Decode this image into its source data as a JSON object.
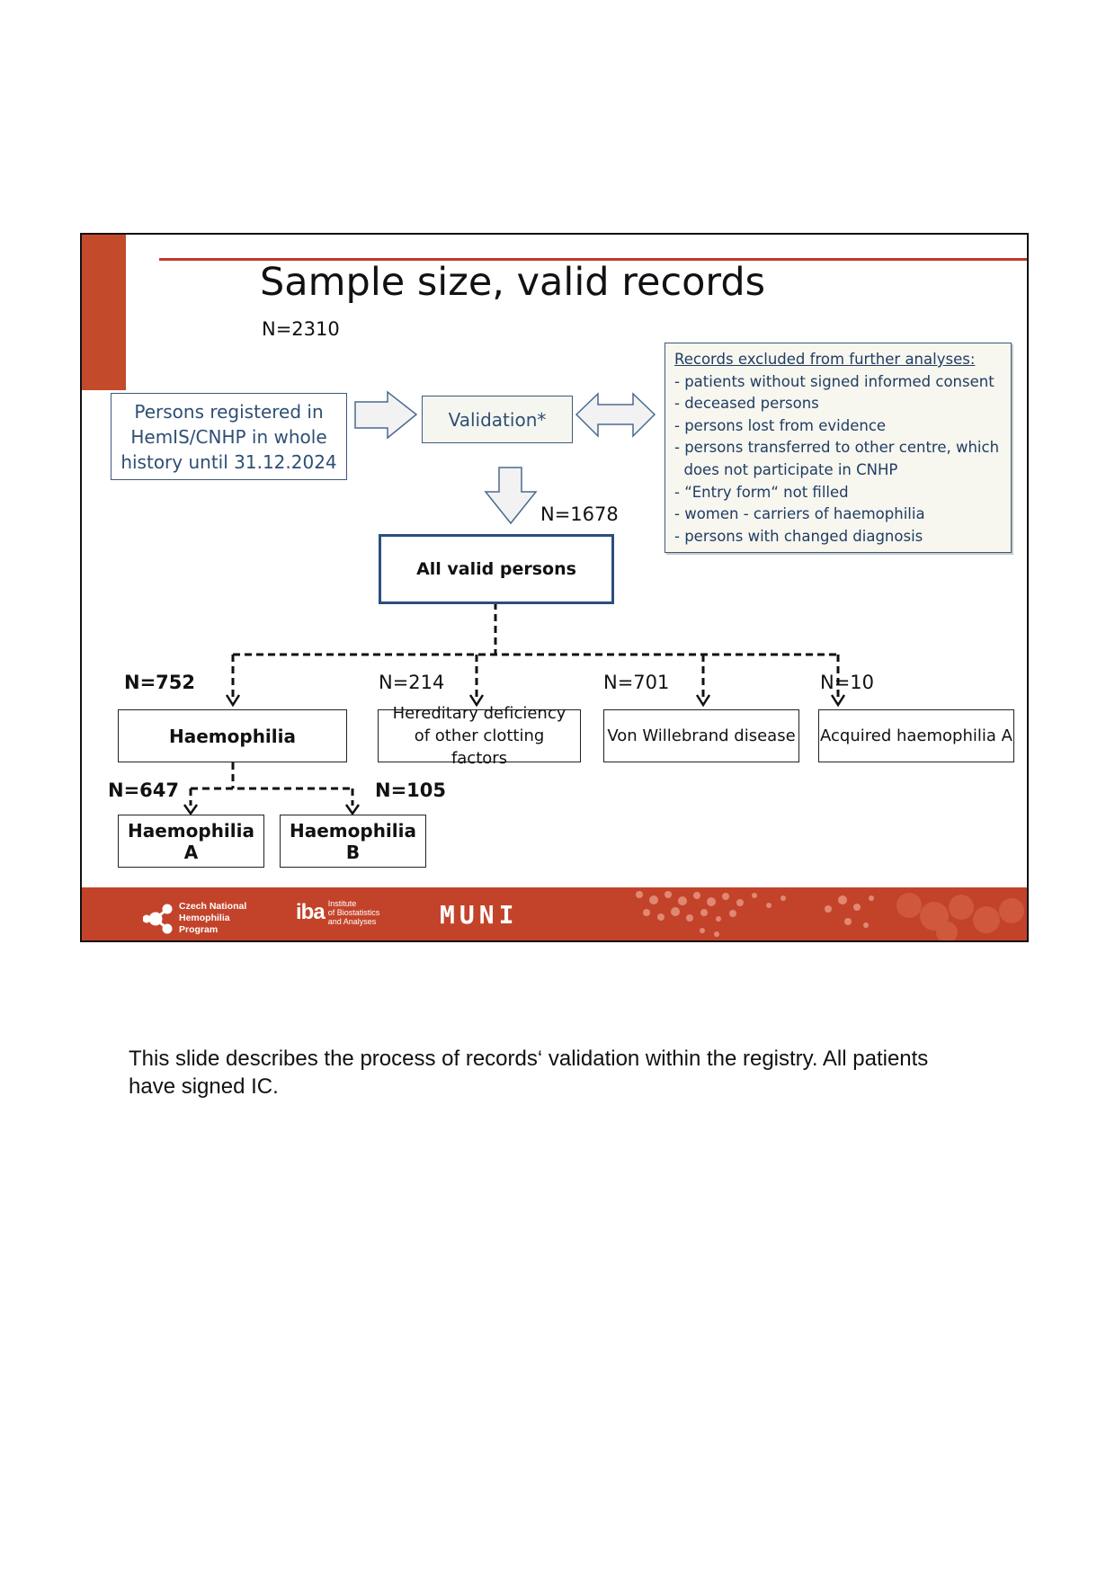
{
  "slide": {
    "title": "Sample size, valid records",
    "n_total": "N=2310",
    "registered_box": [
      "Persons registered in",
      "HemIS/CNHP in whole",
      "history until 31.12.2024"
    ],
    "validation_box": "Validation*",
    "n_valid": "N=1678",
    "all_valid_box": "All valid persons",
    "excluded": {
      "title": "Records excluded from further analyses:",
      "items": [
        "- patients without signed informed consent",
        "- deceased persons",
        "- persons lost from evidence",
        "- persons transferred to other centre, which",
        "  does not participate in CNHP",
        "- “Entry form“ not filled",
        "- women - carriers of haemophilia",
        "- persons with changed diagnosis"
      ]
    },
    "categories": [
      {
        "n": "N=752",
        "label": "Haemophilia"
      },
      {
        "n": "N=214",
        "label": "Hereditary deficiency of other clotting factors"
      },
      {
        "n": "N=701",
        "label": "Von Willebrand disease"
      },
      {
        "n": "N=10",
        "label": "Acquired haemophilia A"
      }
    ],
    "subcategories": [
      {
        "n": "N=647",
        "label": "Haemophilia A"
      },
      {
        "n": "N=105",
        "label": "Haemophilia B"
      }
    ],
    "footer": {
      "logo1": [
        "Czech National",
        "Hemophilia",
        "Program"
      ],
      "logo2_mark": "iba",
      "logo2_text": [
        "Institute",
        "of Biostatistics",
        "and Analyses"
      ],
      "logo3": "MUNI"
    }
  },
  "note": "This slide describes the process of records‘ validation within the registry. All patients have signed IC.",
  "colors": {
    "accent": "#c3432a",
    "box_border": "#2a4f7d",
    "box_text": "#2e4f74"
  }
}
